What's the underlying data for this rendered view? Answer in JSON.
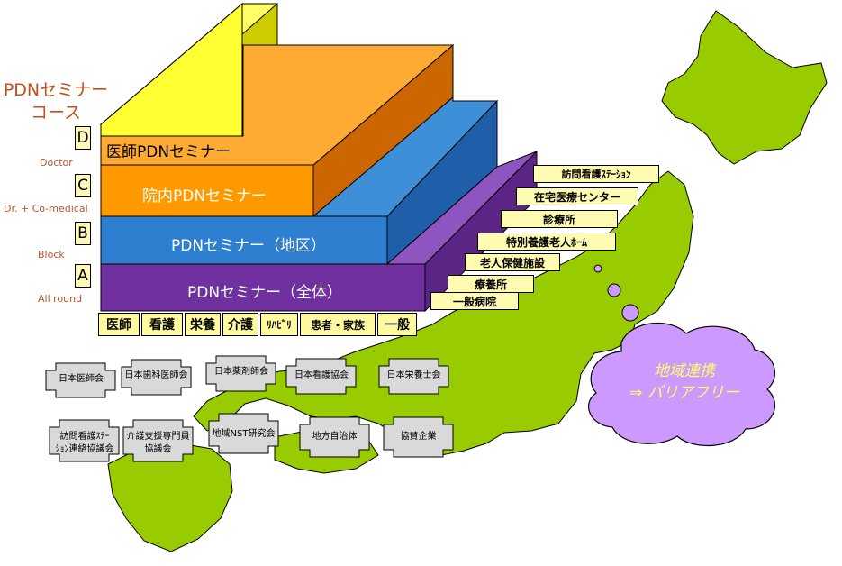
{
  "course_title": [
    "PDNセミナー",
    "コース"
  ],
  "levels": [
    {
      "letter": "D",
      "label": "Doctor"
    },
    {
      "letter": "C",
      "label": "Dr. + Co-medical"
    },
    {
      "letter": "B",
      "label": "Block"
    },
    {
      "letter": "A",
      "label": "All round"
    }
  ],
  "steps": [
    {
      "label": "医師PDNセミナー",
      "color": "#ffff33"
    },
    {
      "label": "院内PDNセミナー",
      "color": "#ff9900"
    },
    {
      "label": "PDNセミナー（地区）",
      "color": "#2e7fd0"
    },
    {
      "label": "PDNセミナー（全体）",
      "color": "#7030a0"
    }
  ],
  "professions": [
    "医師",
    "看護",
    "栄養",
    "介護",
    "ﾘﾊﾋﾞﾘ",
    "患者・家族",
    "一般"
  ],
  "facilities": [
    "訪問看護ｽﾃｰｼｮﾝ",
    "在宅医療センター",
    "診療所",
    "特別養護老人ﾎｰﾑ",
    "老人保健施設",
    "療養所",
    "一般病院"
  ],
  "organizations": [
    [
      "日本医師会"
    ],
    [
      "日本歯科医師会"
    ],
    [
      "日本薬剤師会"
    ],
    [
      "日本看護協会"
    ],
    [
      "日本栄養士会"
    ],
    [
      "訪問看護ｽﾃｰ",
      "ｼｮﾝ連絡協議会"
    ],
    [
      "介護支援専門員",
      "協議会"
    ],
    [
      "地域NST研究会"
    ],
    [
      "地方自治体"
    ],
    [
      "協賛企業"
    ]
  ],
  "cloud": {
    "line1": "地域連携",
    "line2": "⇒ バリアフリー",
    "color": "#cc99ff"
  },
  "map_color": "#99cc00"
}
